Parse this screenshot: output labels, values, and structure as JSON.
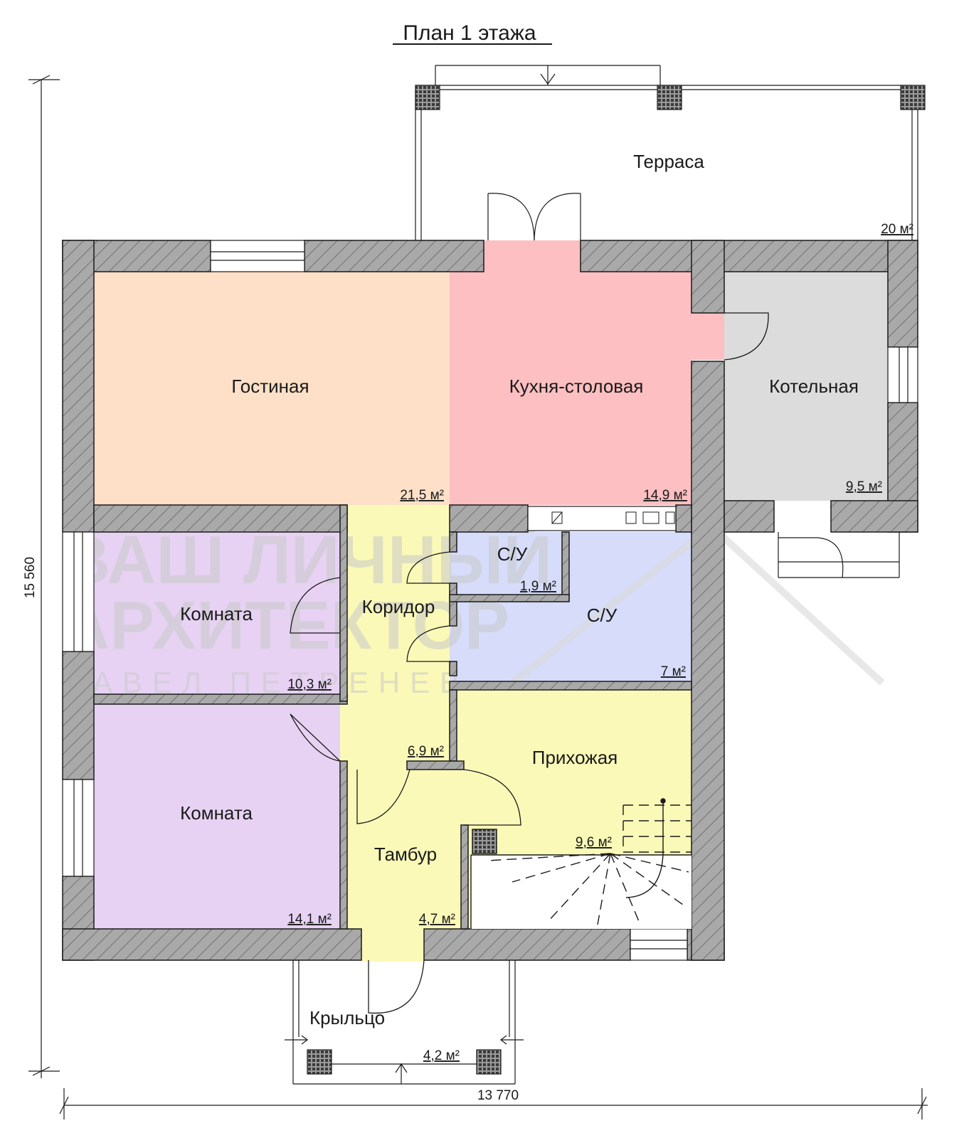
{
  "title": "План 1 этажа",
  "dimensions": {
    "width": "13 770",
    "height": "15 560"
  },
  "rooms": [
    {
      "key": "terrace",
      "name": "Терраса",
      "area": "20 м²",
      "color": "#ffffff"
    },
    {
      "key": "living",
      "name": "Гостиная",
      "area": "21,5 м²",
      "color": "#fde0c7"
    },
    {
      "key": "kitchen",
      "name": "Кухня-столовая",
      "area": "14,9 м²",
      "color": "#fdbfc1"
    },
    {
      "key": "boiler",
      "name": "Котельная",
      "area": "9,5 м²",
      "color": "#dcdcdc"
    },
    {
      "key": "room1",
      "name": "Комната",
      "area": "10,3 м²",
      "color": "#e7d2f3"
    },
    {
      "key": "corridor",
      "name": "Коридор",
      "area": "6,9 м²",
      "color": "#fbf9b8"
    },
    {
      "key": "wc_small",
      "name": "С/У",
      "area": "1,9 м²",
      "color": "#d6dcf9"
    },
    {
      "key": "wc_large",
      "name": "С/У",
      "area": "7 м²",
      "color": "#d6dcf9"
    },
    {
      "key": "room2",
      "name": "Комната",
      "area": "14,1 м²",
      "color": "#e7d2f3"
    },
    {
      "key": "vestibule",
      "name": "Тамбур",
      "area": "4,7 м²",
      "color": "#fbf9b8"
    },
    {
      "key": "hall",
      "name": "Прихожая",
      "area": "9,6 м²",
      "color": "#fbf9b8"
    },
    {
      "key": "porch",
      "name": "Крыльцо",
      "area": "4,2 м²",
      "color": "#ffffff"
    }
  ],
  "watermark": {
    "line1": "ВАШ ЛИЧНЫЙ",
    "line2": "АРХИТЕКТОР",
    "line3": "ПАВЕЛ ПЕТРЕНЕВ"
  },
  "colors": {
    "wall": "#a9a9a9",
    "wall_hatch": "#5a5a5a",
    "line": "#1a1a1a"
  }
}
